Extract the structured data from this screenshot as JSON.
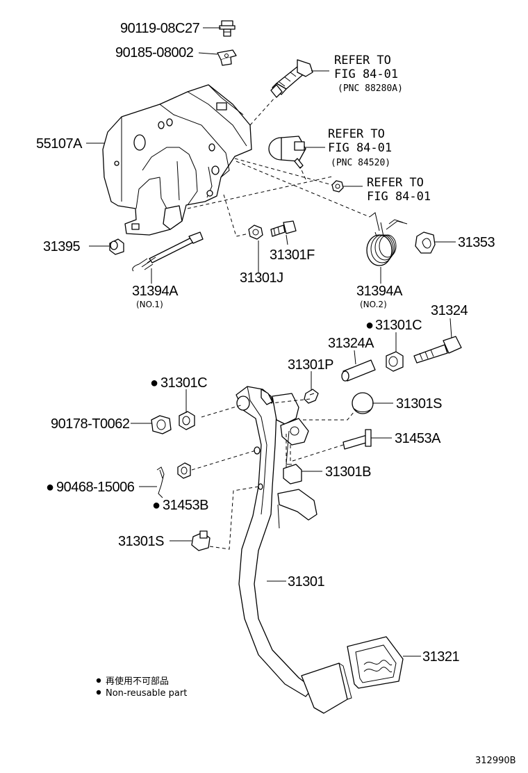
{
  "labels": {
    "p_90119": "90119-08C27",
    "p_90185": "90185-08002",
    "p_55107a": "55107A",
    "p_31395": "31395",
    "p_31394a_1": "31394A",
    "p_31394a_1_sub": "(NO.1)",
    "p_31301j": "31301J",
    "p_31301f": "31301F",
    "p_31394a_2": "31394A",
    "p_31394a_2_sub": "(NO.2)",
    "p_31353": "31353",
    "p_31324": "31324",
    "p_31301c_top": "31301C",
    "p_31324a": "31324A",
    "p_31301p": "31301P",
    "p_31301c_left": "31301C",
    "p_31301s_right": "31301S",
    "p_90178": "90178-T0062",
    "p_31453a": "31453A",
    "p_31301b": "31301B",
    "p_90468": "90468-15006",
    "p_31453b": "31453B",
    "p_31301s_left": "31301S",
    "p_31301": "31301",
    "p_31321": "31321"
  },
  "references": {
    "ref1": {
      "line1": "REFER TO",
      "line2": "FIG 84-01",
      "pnc": "(PNC 88280A)"
    },
    "ref2": {
      "line1": "REFER TO",
      "line2": "FIG 84-01",
      "pnc": "(PNC 84520)"
    },
    "ref3": {
      "line1": "REFER TO",
      "line2": "FIG 84-01"
    }
  },
  "legend": {
    "japanese": "再使用不可部品",
    "english": "Non-reusable part"
  },
  "illustration_number": "312990B",
  "non_reusable_marker": "●"
}
